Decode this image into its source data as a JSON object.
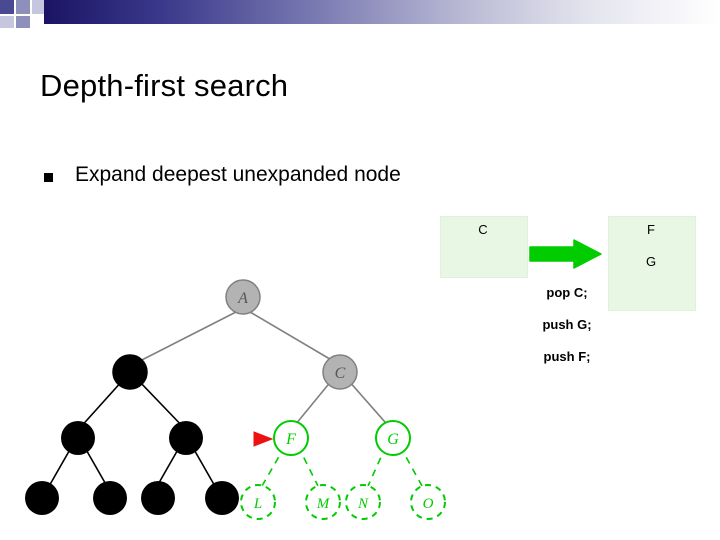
{
  "slide": {
    "title": "Depth-first search",
    "bullet": "Expand deepest unexpanded node"
  },
  "stack": {
    "left_box": {
      "label": "C"
    },
    "right_box": {
      "labels": [
        "F",
        "G"
      ]
    }
  },
  "operations": [
    "pop C;",
    "push G;",
    "push F;"
  ],
  "colors": {
    "stack_fill": "#e8f7e4",
    "arrow_green": "#00cc00",
    "tree_node_expanded": "#b3b3b3",
    "tree_node_black": "#000000",
    "tree_node_fringe": "#00cc00",
    "title_bar_start": "#1b1464",
    "title_bar_end": "#ffffff"
  },
  "tree": {
    "labels": {
      "root": "A",
      "right_child": "C",
      "fringe_left": "F",
      "fringe_right": "G",
      "leaves": [
        "L",
        "M",
        "N",
        "O"
      ]
    }
  }
}
